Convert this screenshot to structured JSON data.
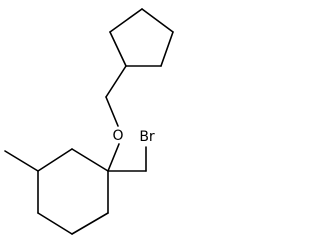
{
  "molecule": {
    "atoms": [
      {
        "id": "oxygen",
        "label": "O"
      },
      {
        "id": "bromine",
        "label": "Br"
      }
    ],
    "line_color": "#000000",
    "background": "#ffffff"
  }
}
